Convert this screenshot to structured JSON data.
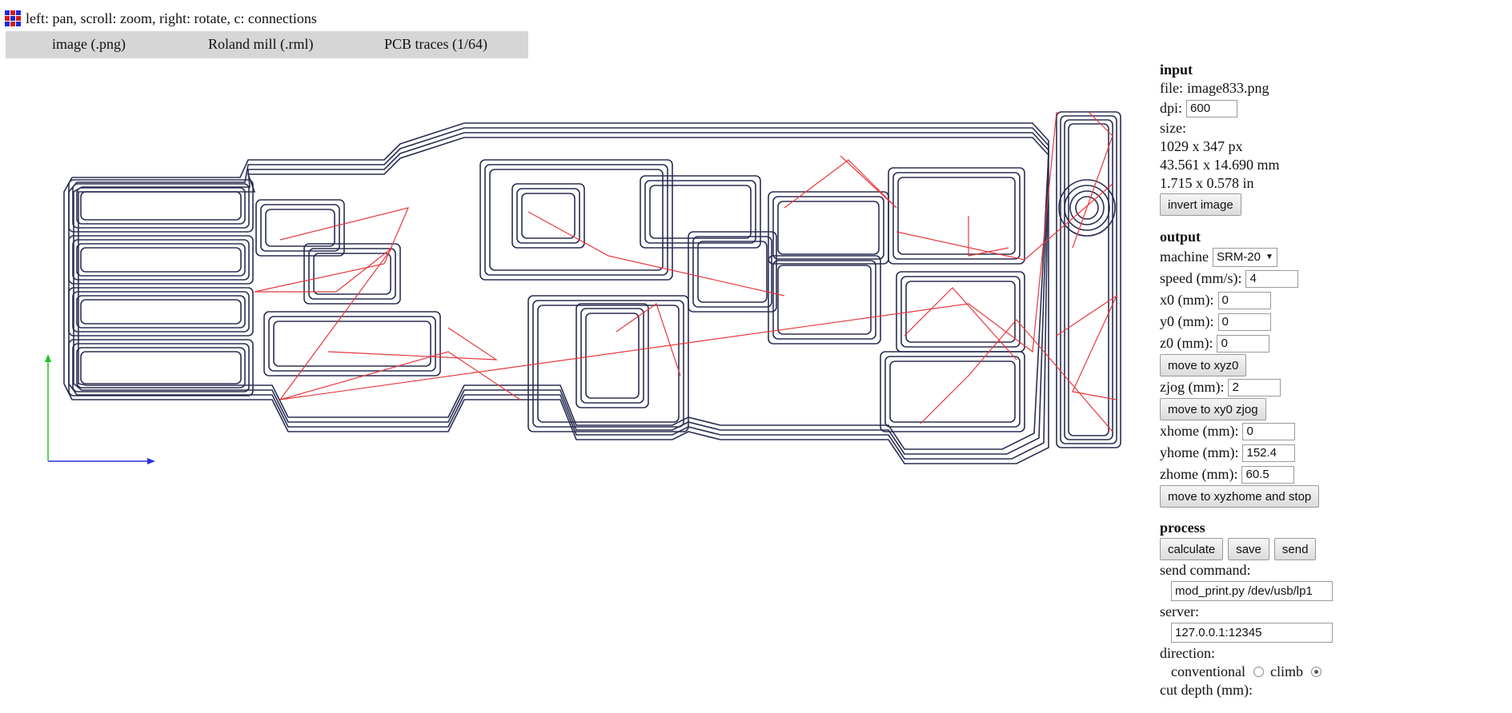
{
  "help": {
    "text": "left: pan, scroll: zoom, right: rotate, c: connections"
  },
  "modules": [
    {
      "label": "image (.png)"
    },
    {
      "label": "Roland mill (.rml)"
    },
    {
      "label": "PCB traces (1/64)"
    }
  ],
  "colors": {
    "trace": "#2b2e52",
    "connection": "#e8383d",
    "axis_x": "#2f2fe0",
    "axis_y": "#22c322",
    "module_bar": "#d6d6d6"
  },
  "input": {
    "title": "input",
    "file_label": "file:",
    "file_value": "image833.png",
    "dpi_label": "dpi:",
    "dpi_value": "600",
    "size_label": "size:",
    "size_px": "1029 x 347 px",
    "size_mm": "43.561 x 14.690 mm",
    "size_in": "1.715 x 0.578 in",
    "invert_label": "invert image"
  },
  "output": {
    "title": "output",
    "machine_label": "machine",
    "machine_value": "SRM-20",
    "speed_label": "speed (mm/s):",
    "speed_value": "4",
    "x0_label": "x0 (mm):",
    "x0_value": "0",
    "y0_label": "y0 (mm):",
    "y0_value": "0",
    "z0_label": "z0 (mm):",
    "z0_value": "0",
    "move_xyz0_label": "move to xyz0",
    "zjog_label": "zjog (mm):",
    "zjog_value": "2",
    "move_xy0zjog_label": "move to xy0 zjog",
    "xhome_label": "xhome (mm):",
    "xhome_value": "0",
    "yhome_label": "yhome (mm):",
    "yhome_value": "152.4",
    "zhome_label": "zhome (mm):",
    "zhome_value": "60.5",
    "move_home_label": "move to xyzhome and stop"
  },
  "process": {
    "title": "process",
    "calculate_label": "calculate",
    "save_label": "save",
    "send_label": "send",
    "send_command_label": "send command:",
    "send_command_value": "mod_print.py /dev/usb/lp1",
    "server_label": "server:",
    "server_value": "127.0.0.1:12345",
    "direction_label": "direction:",
    "conventional_label": "conventional",
    "climb_label": "climb",
    "direction_selected": "climb",
    "cut_depth_label": "cut depth (mm):"
  }
}
